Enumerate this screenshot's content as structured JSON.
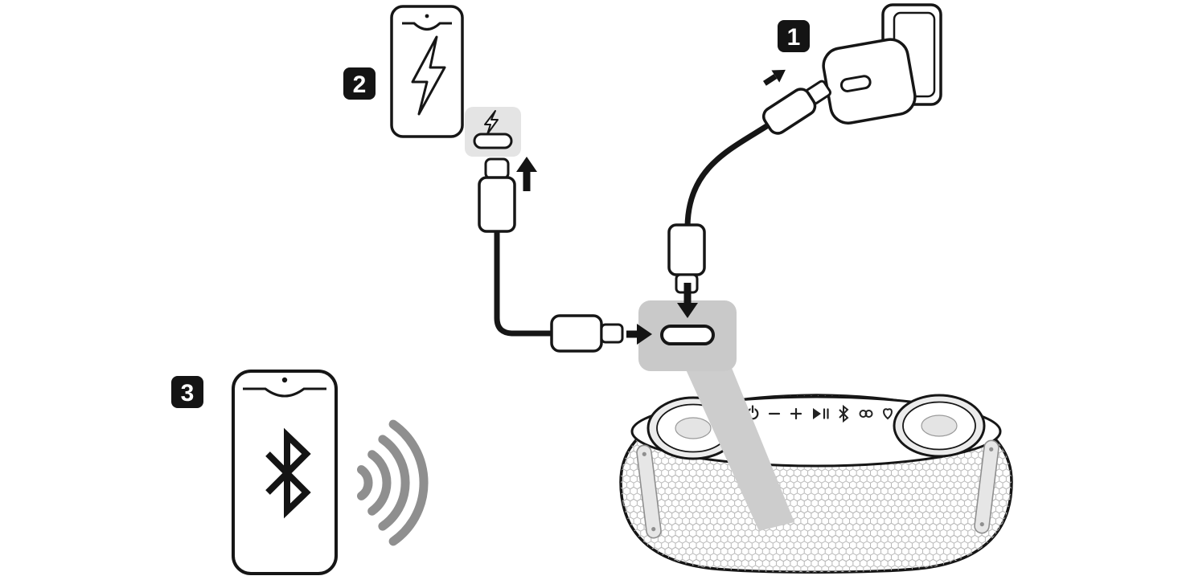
{
  "diagram": {
    "kind": "bluetooth-speaker-charging-and-pairing-instructions",
    "steps": [
      {
        "number": "1"
      },
      {
        "number": "2"
      },
      {
        "number": "3"
      }
    ],
    "icons": {
      "charging_phone_screen": "lightning-bolt",
      "charge_callout": [
        "lightning-bolt-small",
        "usb-c-port"
      ],
      "speaker_charging_port": "usb-c-port",
      "pairing_phone_screen": "bluetooth",
      "pairing_signal": "signal-waves",
      "speaker_controls": [
        "power",
        "volume-down",
        "volume-up",
        "play-pause",
        "bluetooth",
        "stereo-link",
        "heart"
      ],
      "flow_arrows": [
        "arrow-up",
        "arrow-right",
        "arrow-down",
        "arrow-to-adapter"
      ]
    },
    "colors": {
      "outline": "#161616",
      "port_highlight": "#c9c9c9",
      "callout_fill": "#e4e4e4",
      "mesh": "#b8b8b8",
      "signal_waves": "#8f8f8f",
      "background": "#ffffff"
    }
  }
}
